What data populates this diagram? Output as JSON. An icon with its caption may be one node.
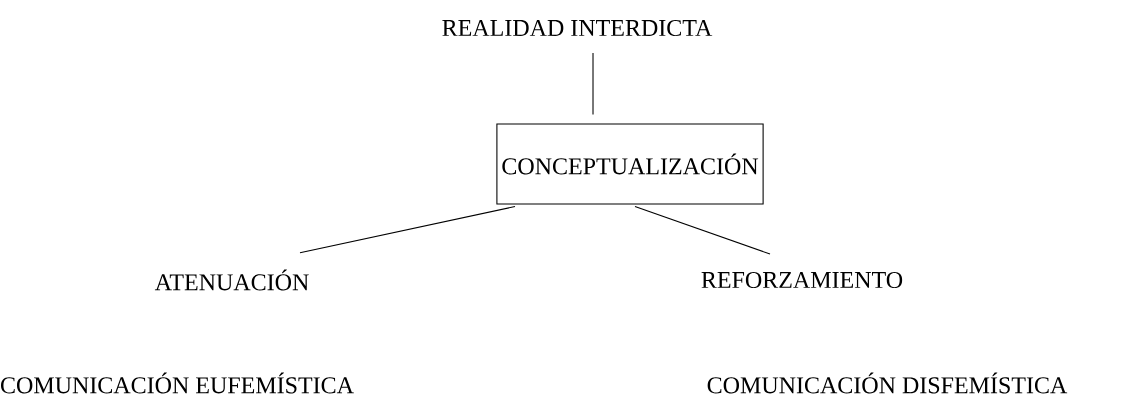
{
  "diagram": {
    "nodes": [
      {
        "text": [
          "REALIDAD INTERDICTA"
        ]
      },
      {
        "text": [
          "CONCEPTUALIZACIÓN"
        ]
      },
      {
        "text": [
          "ATENUACIÓN"
        ]
      },
      {
        "text": [
          "REFORZAMIENTO"
        ]
      }
    ],
    "edges": [
      {
        "from": 0,
        "to": 1,
        "arrow": "none"
      },
      {
        "from": 1,
        "to": 2,
        "arrow": "none"
      },
      {
        "from": 1,
        "to": 3,
        "arrow": "none"
      }
    ],
    "labels": [
      "COMUNICACIÓN EUFEMÍSTICA",
      "COMUNICACIÓN DISFEMÍSTICA"
    ]
  }
}
